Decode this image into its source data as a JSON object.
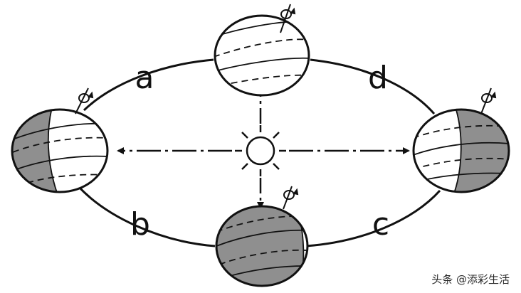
{
  "diagram": {
    "orbit_labels": {
      "a": "a",
      "b": "b",
      "c": "c",
      "d": "d"
    },
    "colors": {
      "stroke": "#111111",
      "night": "#8f8f8f",
      "day": "#ffffff"
    },
    "icons": [
      "sun-icon",
      "rotation-arrow-icon"
    ]
  },
  "watermark": {
    "text": "头条 @添彩生活"
  }
}
